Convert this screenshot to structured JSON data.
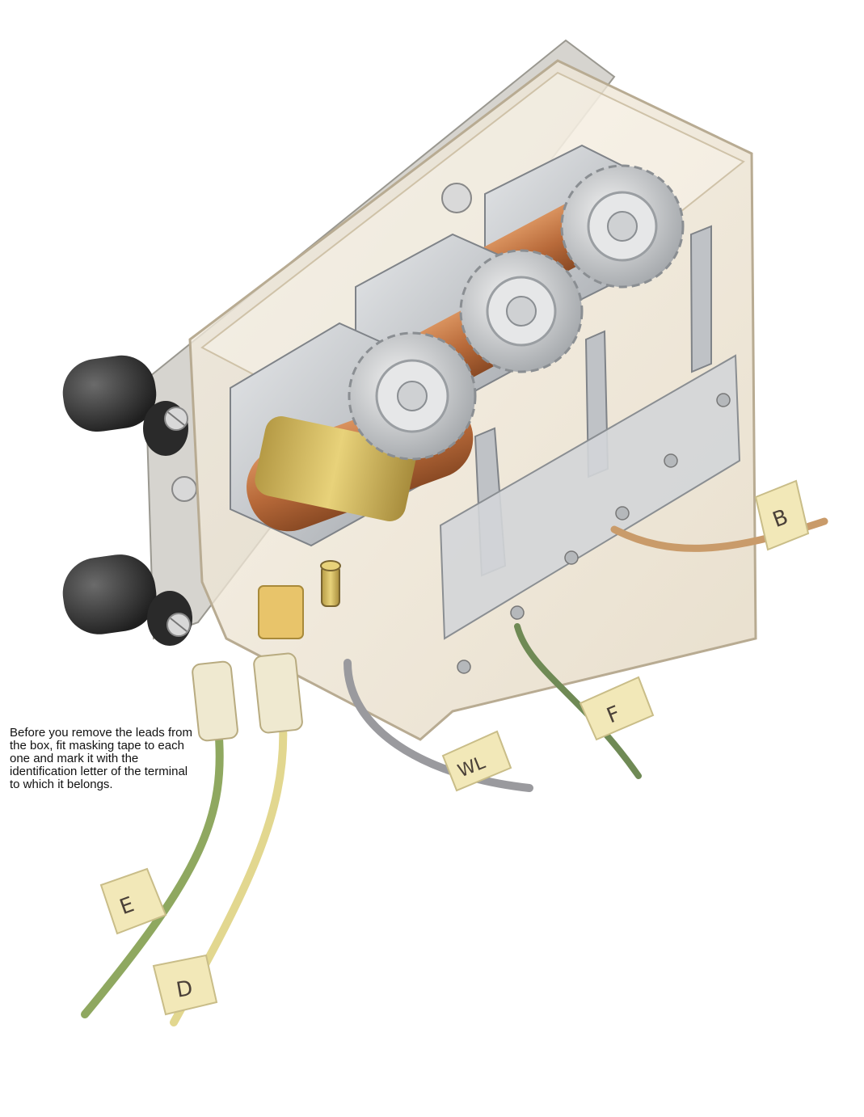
{
  "caption": "Before you remove the leads from the box, fit masking tape to each one and mark it with the identification letter of the terminal to which it belongs.",
  "terminal_labels": {
    "b": "B",
    "f": "F",
    "wl": "WL",
    "e": "E",
    "d": "D"
  },
  "colors": {
    "box_shell": "#efe7d6",
    "copper_coil": "#b86a3a",
    "steel": "#c9ccd0",
    "green_wire": "#8fa860",
    "yellow_wire": "#e2d78f",
    "tape": "#f2e8b8"
  }
}
